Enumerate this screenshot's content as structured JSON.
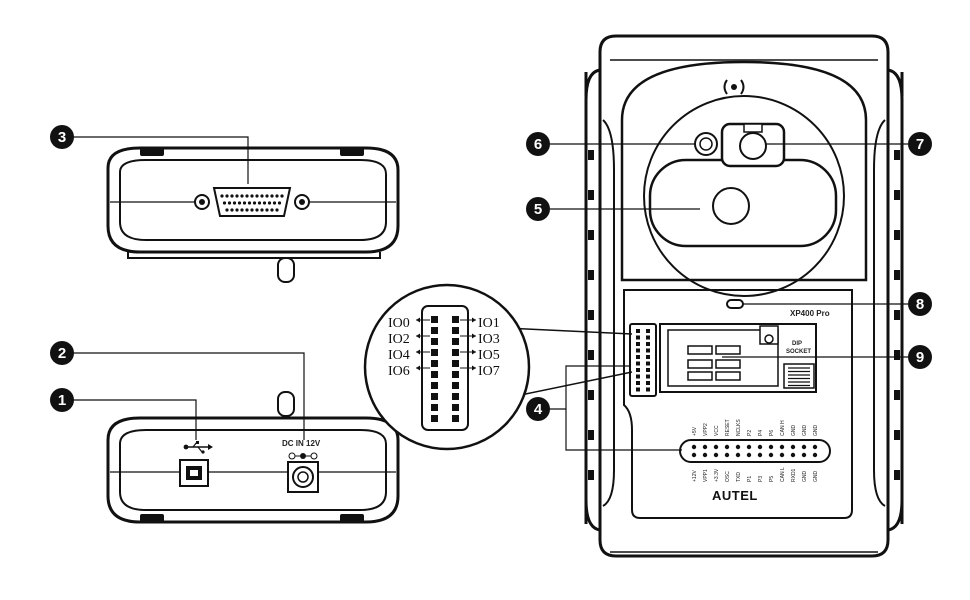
{
  "callouts": [
    {
      "num": "1"
    },
    {
      "num": "2"
    },
    {
      "num": "3"
    },
    {
      "num": "4"
    },
    {
      "num": "5"
    },
    {
      "num": "6"
    },
    {
      "num": "7"
    },
    {
      "num": "8"
    },
    {
      "num": "9"
    }
  ],
  "io_labels": {
    "left": [
      "IO0",
      "IO2",
      "IO4",
      "IO6"
    ],
    "right": [
      "IO1",
      "IO3",
      "IO5",
      "IO7"
    ]
  },
  "device": {
    "model": "XP400 Pro",
    "brand": "AUTEL",
    "socket_label_line1": "DIP",
    "socket_label_line2": "SOCKET",
    "power_label": "DC IN 12V",
    "icons": [
      "nfc-icon",
      "usb-icon"
    ],
    "pin_labels_top": [
      "+5V",
      "VPP2",
      "VCC",
      "RESET",
      "NCLKS",
      "P2",
      "P4",
      "P6",
      "CAN H",
      "GND",
      "GND",
      "GND"
    ],
    "pin_labels_bottom": [
      "+12V",
      "VPP1",
      "+3.3V",
      "OSC",
      "TXD",
      "P1",
      "P3",
      "P5",
      "CAN L",
      "RXD1",
      "GND",
      "GND"
    ]
  }
}
